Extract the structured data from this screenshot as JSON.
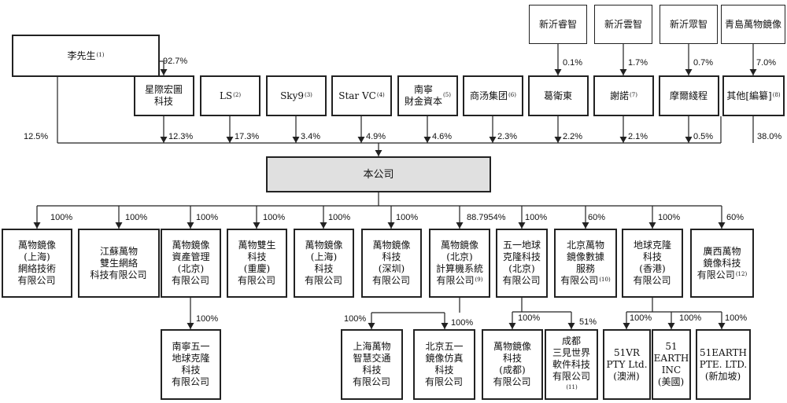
{
  "company": {
    "label": "本公司"
  },
  "mr_li": {
    "label": "李先生",
    "note": "(1)",
    "direct_pct": "12.5%",
    "pct_in_star": "92.7%"
  },
  "upper_holders": [
    {
      "name": "新沂睿智",
      "pct": "0.1%"
    },
    {
      "name": "新沂雲智",
      "pct": "1.7%"
    },
    {
      "name": "新沂眾智",
      "pct": "0.7%"
    },
    {
      "name": "青島萬物鏡像",
      "pct": "7.0%"
    }
  ],
  "shareholders": [
    {
      "name": "星際宏圖\n科技",
      "note": "",
      "pct": "12.3%"
    },
    {
      "name": "LS",
      "note": "(2)",
      "pct": "17.3%"
    },
    {
      "name": "Sky9",
      "note": "(3)",
      "pct": "3.4%"
    },
    {
      "name": "Star VC",
      "note": "(4)",
      "pct": "4.9%"
    },
    {
      "name": "南寧\n財金資本",
      "note": "(5)",
      "pct": "4.6%"
    },
    {
      "name": "商汤集团",
      "note": "(6)",
      "pct": "2.3%"
    },
    {
      "name": "葛衛東",
      "note": "",
      "pct": "2.2%"
    },
    {
      "name": "謝諾",
      "note": "(7)",
      "pct": "2.1%"
    },
    {
      "name": "摩爾綫程",
      "note": "",
      "pct": "0.5%"
    },
    {
      "name": "其他[編纂]",
      "note": "(8)",
      "pct": "38.0%"
    }
  ],
  "subsidiaries": [
    {
      "name": "萬物鏡像\n(上海)\n網絡技術\n有限公司",
      "note": "",
      "pct": "100%"
    },
    {
      "name": "江蘇萬物\n雙生網絡\n科技有限公司",
      "note": "",
      "pct": "100%"
    },
    {
      "name": "萬物鏡像\n資產管理\n(北京)\n有限公司",
      "note": "",
      "pct": "100%"
    },
    {
      "name": "萬物雙生\n科技\n(重慶)\n有限公司",
      "note": "",
      "pct": "100%"
    },
    {
      "name": "萬物鏡像\n(上海)\n科技\n有限公司",
      "note": "",
      "pct": "100%"
    },
    {
      "name": "萬物鏡像\n科技\n(深圳)\n有限公司",
      "note": "",
      "pct": "100%"
    },
    {
      "name": "萬物鏡像\n(北京)\n計算機系統\n有限公司",
      "note": "(9)",
      "pct": "88.7954%"
    },
    {
      "name": "五一地球\n克隆科技\n(北京)\n有限公司",
      "note": "",
      "pct": "100%"
    },
    {
      "name": "北京萬物\n鏡像數據\n服務\n有限公司",
      "note": "(10)",
      "pct": "60%"
    },
    {
      "name": "地球克隆\n科技\n(香港)\n有限公司",
      "note": "",
      "pct": "100%"
    },
    {
      "name": "廣西萬物\n鏡像科技\n有限公司",
      "note": "(12)",
      "pct": "60%"
    }
  ],
  "sub_subsidiaries": [
    {
      "name": "南寧五一\n地球克隆\n科技\n有限公司",
      "note": "",
      "pct": "100%"
    },
    {
      "name": "上海萬物\n智慧交通\n科技\n有限公司",
      "note": "",
      "pct": "100%"
    },
    {
      "name": "北京五一\n鏡像仿真\n科技\n有限公司",
      "note": "",
      "pct": "100%"
    },
    {
      "name": "萬物鏡像\n科技\n(成都)\n有限公司",
      "note": "",
      "pct": "100%"
    },
    {
      "name": "成都\n三見世界\n軟件科技\n有限公司",
      "note": "(11)",
      "pct": "51%"
    },
    {
      "name": "51VR\nPTY Ltd.\n(澳洲)",
      "note": "",
      "pct": "100%"
    },
    {
      "name": "51\nEARTH\nINC\n(美國)",
      "note": "",
      "pct": "100%"
    },
    {
      "name": "51EARTH\nPTE. LTD.\n(新加坡)",
      "note": "",
      "pct": "100%"
    }
  ],
  "colors": {
    "line": "#222222",
    "company_fill": "#e0e0e0"
  }
}
